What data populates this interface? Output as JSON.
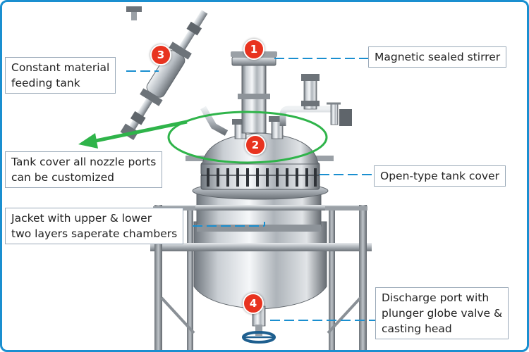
{
  "labels": {
    "stirrer": "Magnetic sealed stirrer",
    "feeding_line1": "Constant material",
    "feeding_line2": "feeding tank",
    "nozzle_line1": "Tank cover all nozzle ports",
    "nozzle_line2": "can be customized",
    "cover": "Open-type tank cover",
    "jacket_line1": "Jacket with upper & lower",
    "jacket_line2": "two layers saperate chambers",
    "discharge_line1": "Discharge port with",
    "discharge_line2": "plunger globe valve &",
    "discharge_line3": "casting head"
  },
  "markers": [
    "1",
    "2",
    "3",
    "4"
  ],
  "colors": {
    "frame": "#1a8fd0",
    "leader": "#1a8fd0",
    "marker": "#e8331f",
    "ellipse": "#2fb44a",
    "arrow": "#2fb44a",
    "steel": "#c3c8cd"
  }
}
